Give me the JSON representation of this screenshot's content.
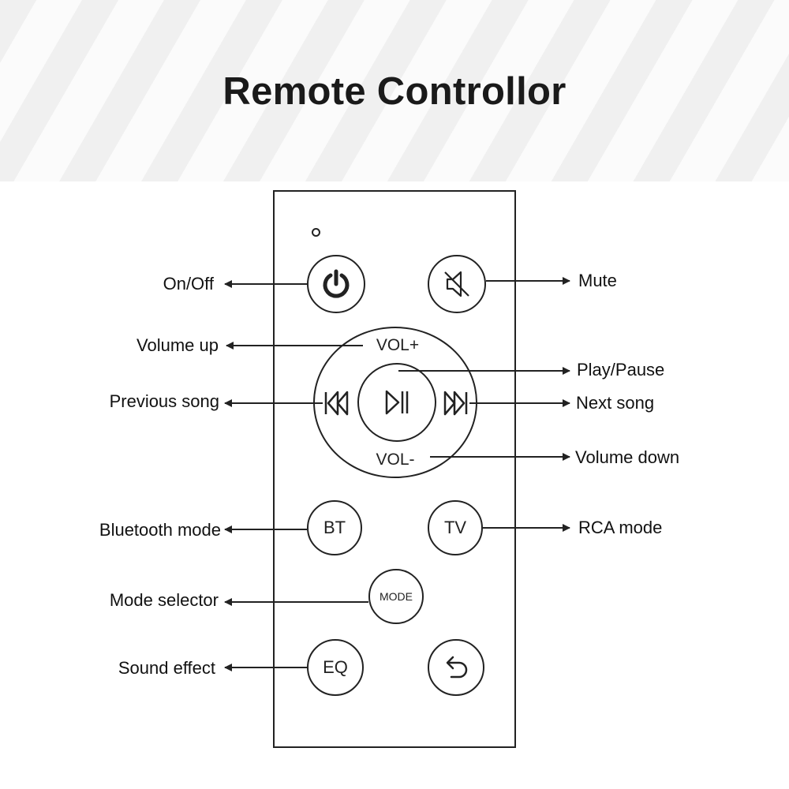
{
  "header": {
    "title": "Remote Controllor"
  },
  "remote": {
    "vol_plus": "VOL+",
    "vol_minus": "VOL-",
    "bt": "BT",
    "tv": "TV",
    "mode": "MODE",
    "eq": "EQ"
  },
  "labels": {
    "on_off": "On/Off",
    "mute": "Mute",
    "volume_up": "Volume up",
    "play_pause": "Play/Pause",
    "previous_song": "Previous song",
    "next_song": "Next song",
    "volume_down": "Volume down",
    "bluetooth_mode": "Bluetooth mode",
    "rca_mode": "RCA mode",
    "mode_selector": "Mode selector",
    "sound_effect": "Sound effect"
  },
  "colors": {
    "line": "#222222",
    "text": "#111111"
  }
}
